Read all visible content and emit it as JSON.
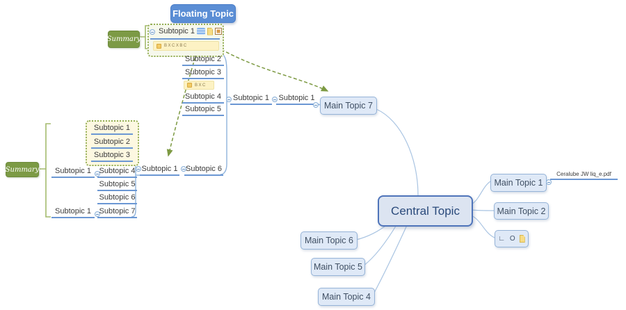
{
  "colors": {
    "accent_blue": "#5b8ed5",
    "node_fill": "#dfe9f7",
    "node_border": "#95b3d7",
    "central_fill": "#dce4f1",
    "central_border": "#4f74ba",
    "underline_blue": "#6b97d3",
    "curve_blue": "#a9c4e2",
    "olive_green": "#7c9a45",
    "dotted_green": "#93ad53",
    "label_yellow": "#fdf2c4"
  },
  "floating_topic": {
    "label": "Floating Topic"
  },
  "floating_branch": {
    "topic": "Subtopic 1",
    "icons": [
      "comment-icon",
      "attachment-icon",
      "image-icon"
    ],
    "label_tag": "BXCXBC"
  },
  "summary_top": {
    "label": "Summary"
  },
  "summary_left": {
    "label": "Summary"
  },
  "top_column": {
    "items": [
      "Subtopic 2",
      "Subtopic 3",
      "Subtopic 4",
      "Subtopic 5"
    ],
    "label_tag": "BXC"
  },
  "top_chain": {
    "items": [
      "Subtopic 1",
      "Subtopic 1"
    ],
    "main": "Main Topic 7"
  },
  "left_boxed": {
    "items": [
      "Subtopic 1",
      "Subtopic 2",
      "Subtopic 3"
    ]
  },
  "left_column": {
    "items": [
      "Subtopic 4",
      "Subtopic 5",
      "Subtopic 6",
      "Subtopic 7"
    ]
  },
  "left_parents": {
    "items": [
      "Subtopic 1",
      "Subtopic 1"
    ]
  },
  "mid_chain": {
    "sub1": "Subtopic 1",
    "sub6": "Subtopic 6"
  },
  "central_topic": {
    "label": "Central Topic"
  },
  "right_branch": {
    "main1": "Main Topic 1",
    "attachment": "Ceralube JW liq_e.pdf",
    "main2": "Main Topic 2",
    "icon_node_text": "∟ O"
  },
  "bottom_branch": {
    "main6": "Main Topic 6",
    "main5": "Main Topic 5",
    "main4": "Main Topic 4"
  }
}
